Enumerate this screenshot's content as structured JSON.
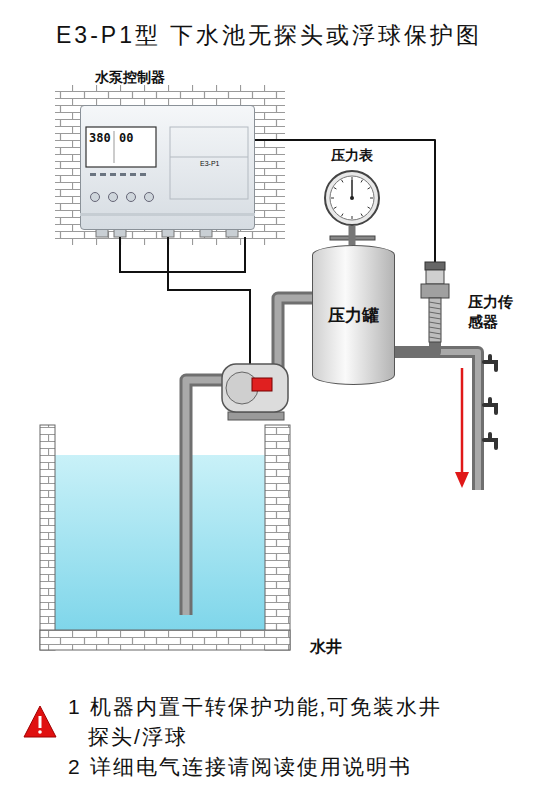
{
  "diagram": {
    "title": "E3-P1型 下水池无探头或浮球保护图",
    "nodes": [
      {
        "text": [
          "水泵控制器"
        ]
      },
      {
        "text": [
          "压力表"
        ]
      },
      {
        "text": [
          "压力罐"
        ]
      },
      {
        "text": [
          "压力传感器"
        ]
      },
      {
        "text": [
          "水井"
        ]
      }
    ],
    "edges": [
      {
        "from": 0,
        "to": 3,
        "arrow": "none"
      },
      {
        "from": 1,
        "to": 2,
        "arrow": "none"
      },
      {
        "from": 2,
        "to": 3,
        "arrow": "none"
      }
    ],
    "labels": [
      "380",
      "00",
      "E3-P1",
      "1 机器内置干转保护功能,可免装水井探头/浮球",
      "2 详细电气连接请阅读使用说明书"
    ]
  }
}
